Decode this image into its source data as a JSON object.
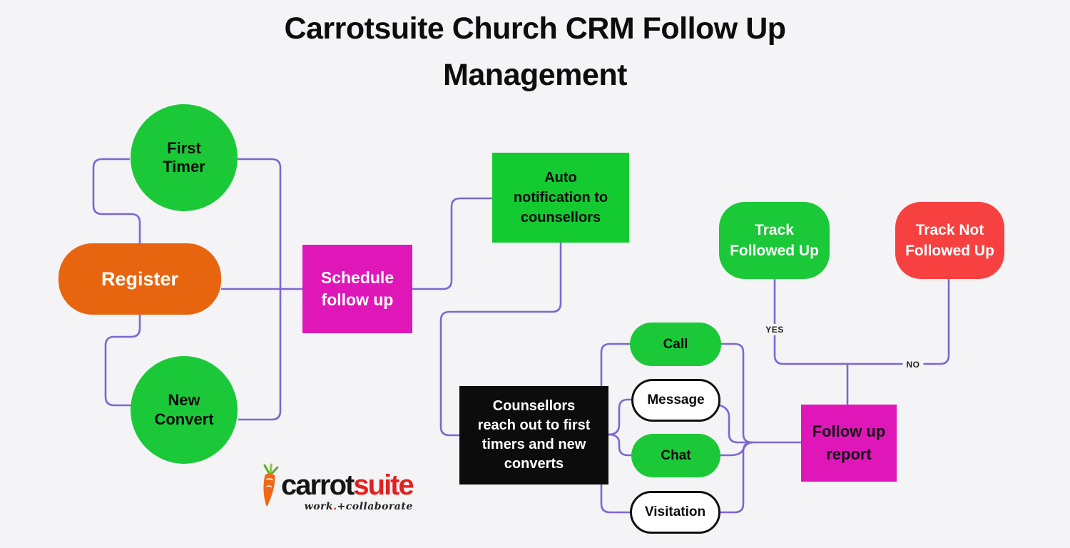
{
  "title": "Carrotsuite Church CRM Follow Up\nManagement",
  "colors": {
    "background": "#f4f3f5",
    "green": "#1bc938",
    "orange": "#e8650f",
    "magenta": "#df17b9",
    "red": "#f74040",
    "connector_purple": "#7e66d2",
    "node_black": "#0c0c0c",
    "logo_red": "#e1201f",
    "carrot_orange": "#f06716",
    "leaf_green": "#7ec642"
  },
  "nodes": {
    "first_timer": {
      "label": "First\nTimer"
    },
    "register": {
      "label": "Register"
    },
    "new_convert": {
      "label": "New\nConvert"
    },
    "schedule_follow_up": {
      "label": "Schedule\nfollow up"
    },
    "auto_notification": {
      "label": "Auto\nnotification to\ncounsellors"
    },
    "counsellors_reach_out": {
      "label": "Counsellors\nreach out to first\ntimers and new\nconverts"
    },
    "call": {
      "label": "Call"
    },
    "message": {
      "label": "Message"
    },
    "chat": {
      "label": "Chat"
    },
    "visitation": {
      "label": "Visitation"
    },
    "follow_up_report": {
      "label": "Follow up\nreport"
    },
    "track_followed_up": {
      "label": "Track\nFollowed Up"
    },
    "track_not_followed_up": {
      "label": "Track Not\nFollowed Up"
    }
  },
  "edge_labels": {
    "yes": "YES",
    "no": "NO"
  },
  "logo": {
    "word_black": "carrot",
    "word_red": "suite",
    "tagline_work": "work",
    "tagline_dot": ".",
    "tagline_collab": "+collaborate"
  }
}
